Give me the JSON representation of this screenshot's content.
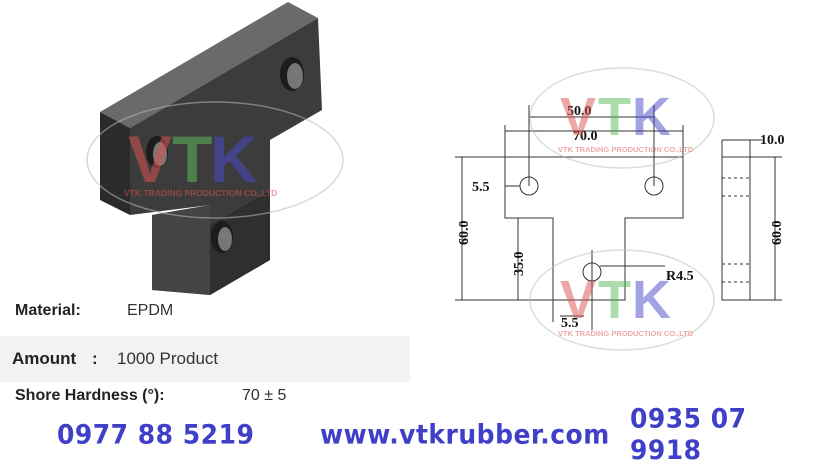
{
  "watermark": {
    "brand": "VTK",
    "company": "VTK TRADING PRODUCTION CO.,LTD",
    "colors": {
      "v": "#d9534f",
      "t": "#5cb85c",
      "k": "#4a4ac8"
    }
  },
  "drawing": {
    "dims": {
      "top_inner": "50.0",
      "top_outer": "70.0",
      "side_width": "10.0",
      "left_height": "60.0",
      "right_height": "60.0",
      "hole_offset": "5.5",
      "leg_height": "35.0",
      "bottom_offset": "5.5",
      "radius": "R4.5"
    }
  },
  "specs": {
    "material_label": "Material:",
    "material_value": "EPDM",
    "amount_label": "Amount",
    "amount_sep": ":",
    "amount_value": "1000 Product",
    "hardness_label": "Shore Hardness (°):",
    "hardness_value": "70 ± 5"
  },
  "footer": {
    "phone1": "0977 88 5219",
    "website": "www.vtkrubber.com",
    "phone2": "0935 07 9918",
    "color": "#3f3fc8"
  }
}
